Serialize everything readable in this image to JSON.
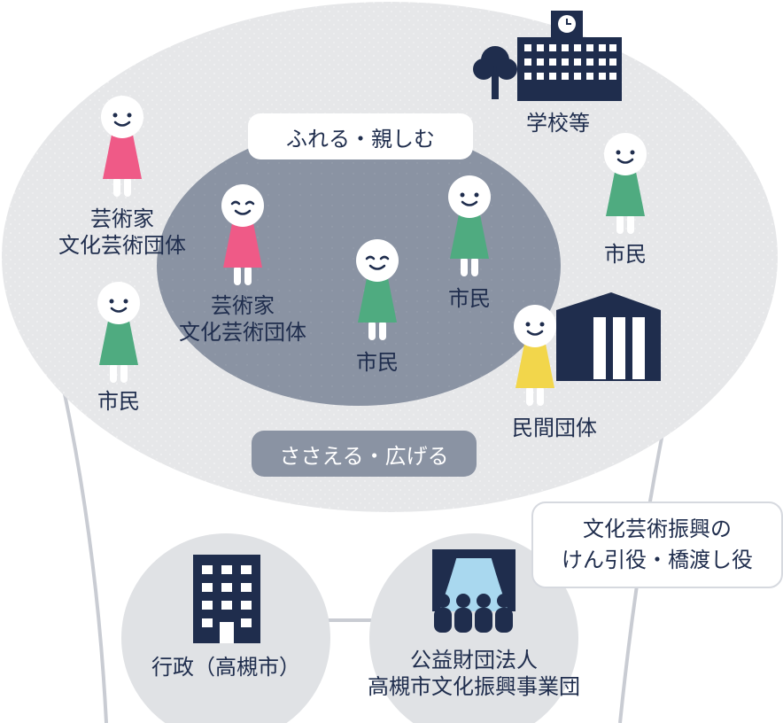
{
  "colors": {
    "outer_ellipse": "#e6e7e9",
    "inner_ellipse": "#8a93a3",
    "navy": "#1f2d4d",
    "pink": "#ef5a87",
    "green": "#4fab80",
    "yellow": "#f2d64b",
    "circle": "#e0e2e5",
    "stage_light": "#a9d8ef"
  },
  "inner_label": "ふれる・親しむ",
  "outer_label": "ささえる・広げる",
  "people": [
    {
      "name": "artist-left",
      "color": "pink",
      "label": [
        "芸術家",
        "文化芸術団体"
      ]
    },
    {
      "name": "citizen-left",
      "color": "green",
      "label": [
        "市民"
      ]
    },
    {
      "name": "artist-inner",
      "color": "pink",
      "label": [
        "芸術家",
        "文化芸術団体"
      ]
    },
    {
      "name": "citizen-inner-center",
      "color": "green",
      "label": [
        "市民"
      ]
    },
    {
      "name": "citizen-inner-right",
      "color": "green",
      "label": [
        "市民"
      ]
    },
    {
      "name": "citizen-right",
      "color": "green",
      "label": [
        "市民"
      ]
    },
    {
      "name": "private-org-person",
      "color": "yellow",
      "label": [
        "民間団体"
      ]
    }
  ],
  "school": {
    "icons": [
      "tree-icon",
      "school-building-icon"
    ],
    "label": "学校等"
  },
  "private_building_icon": "office-building-icon",
  "callout": {
    "line1": "文化芸術振興の",
    "line2": "けん引役・橋渡し役"
  },
  "circles": [
    {
      "icon": "city-hall-icon",
      "label": [
        "行政（高槻市）"
      ]
    },
    {
      "icon": "theater-audience-icon",
      "label": [
        "公益財団法人",
        "高槻市文化振興事業団"
      ]
    }
  ]
}
